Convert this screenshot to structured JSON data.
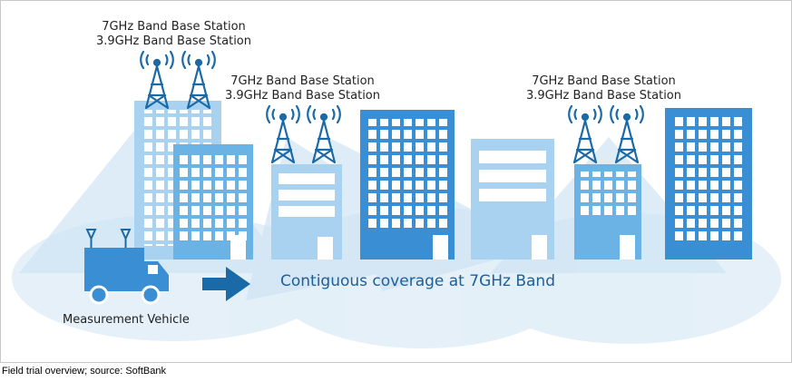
{
  "stations": [
    {
      "line1": "7GHz Band Base Station",
      "line2": "3.9GHz Band Base Station"
    },
    {
      "line1": "7GHz Band Base Station",
      "line2": "3.9GHz Band Base Station"
    },
    {
      "line1": "7GHz Band Base Station",
      "line2": "3.9GHz Band Base Station"
    }
  ],
  "coverage_label": "Contiguous coverage at 7GHz Band",
  "vehicle_label": "Measurement Vehicle",
  "caption": "Field trial overview; source: SoftBank",
  "colors": {
    "building_light": "#a9d2f0",
    "building_mid": "#6bb3e5",
    "building_dark": "#3a8fd4",
    "coverage": "#dcebf6",
    "arrow": "#1a6aa8",
    "text_blue": "#1c5f9a"
  }
}
